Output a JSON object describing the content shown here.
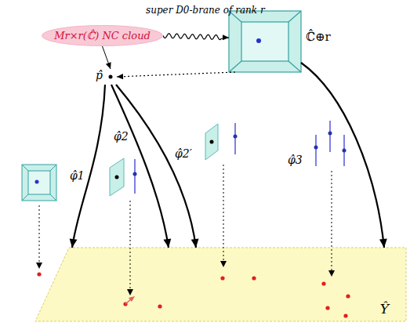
{
  "diagram": {
    "title": "super D0-brane of rank r",
    "nodes": [
      {
        "text": [
          "Mr×r(ℂ̂) NC cloud"
        ]
      },
      {
        "text": [
          "ℂ̂⊕r"
        ]
      },
      {
        "text": [
          "p̂"
        ]
      },
      {
        "text": [
          "Ŷ"
        ]
      }
    ],
    "edges": [
      {
        "from": 0,
        "to": 1,
        "arrow": "to"
      },
      {
        "from": 0,
        "to": 2,
        "arrow": "to"
      },
      {
        "from": 1,
        "to": 2,
        "arrow": "to"
      },
      {
        "from": 2,
        "to": 3,
        "arrow": "to",
        "label": "φ̂1"
      },
      {
        "from": 2,
        "to": 3,
        "arrow": "to",
        "label": "φ̂2"
      },
      {
        "from": 2,
        "to": 3,
        "arrow": "to",
        "label": "φ̂2′"
      },
      {
        "from": 1,
        "to": 3,
        "arrow": "to",
        "label": "φ̂3"
      }
    ]
  }
}
